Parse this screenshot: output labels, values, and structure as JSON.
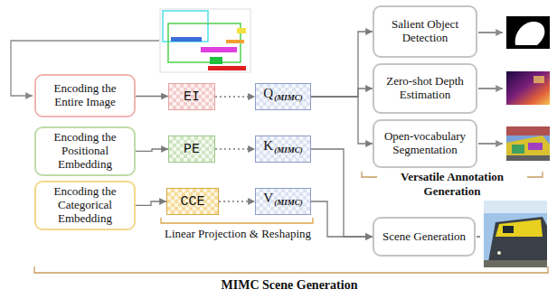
{
  "diagram": {
    "nodes": [
      {
        "text": [
          "Encoding the Entire Image"
        ]
      },
      {
        "text": [
          "Encoding the Positional Embedding"
        ]
      },
      {
        "text": [
          "Encoding the Categorical Embedding"
        ]
      },
      {
        "text": [
          "EI"
        ]
      },
      {
        "text": [
          "PE"
        ]
      },
      {
        "text": [
          "CCE"
        ]
      },
      {
        "text": [
          "Q",
          "(MIMC)"
        ]
      },
      {
        "text": [
          "K",
          "(MIMC)"
        ]
      },
      {
        "text": [
          "V",
          "(MIMC)"
        ]
      },
      {
        "text": [
          "Salient Object Detection"
        ]
      },
      {
        "text": [
          "Zero-shot Depth Estimation"
        ]
      },
      {
        "text": [
          "Open-vocabulary Segmentation"
        ]
      },
      {
        "text": [
          "Scene Generation"
        ]
      }
    ],
    "edges": [
      {
        "from": 0,
        "to": 3,
        "arrow": "to"
      },
      {
        "from": 1,
        "to": 4,
        "arrow": "to"
      },
      {
        "from": 2,
        "to": 5,
        "arrow": "to"
      },
      {
        "from": 3,
        "to": 6,
        "arrow": "to"
      },
      {
        "from": 4,
        "to": 7,
        "arrow": "to"
      },
      {
        "from": 5,
        "to": 8,
        "arrow": "to"
      },
      {
        "from": 6,
        "to": 9,
        "arrow": "to"
      },
      {
        "from": 6,
        "to": 10,
        "arrow": "to"
      },
      {
        "from": 6,
        "to": 11,
        "arrow": "to"
      },
      {
        "from": 7,
        "to": 12,
        "arrow": "to"
      },
      {
        "from": 8,
        "to": 12,
        "arrow": "to"
      }
    ],
    "labels": [
      "Linear Projection & Reshaping",
      "Versatile Annotation Generation",
      "MIMC Scene Generation"
    ]
  }
}
